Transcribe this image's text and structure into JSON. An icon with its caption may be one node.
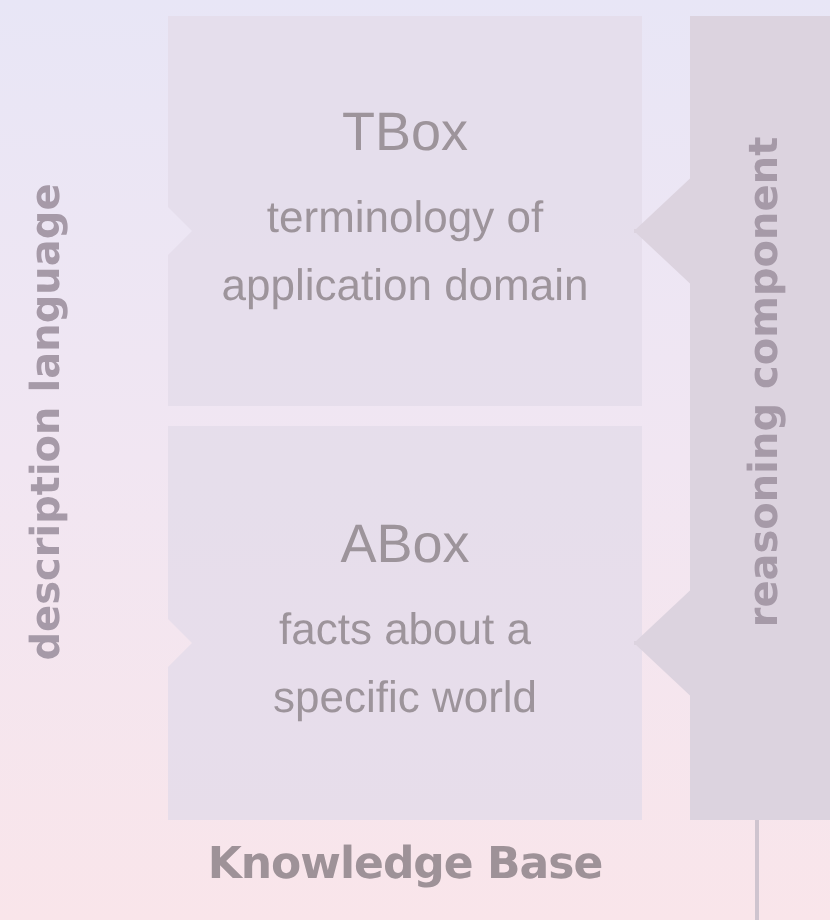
{
  "diagram": {
    "nodes": [
      {
        "text": [
          "TBox",
          "terminology of application domain"
        ]
      },
      {
        "text": [
          "ABox",
          "facts about a specific world"
        ]
      },
      {
        "text": [
          "reasoning component"
        ]
      },
      {
        "text": [
          "description language"
        ]
      }
    ],
    "edges": [
      {
        "from": 2,
        "to": 0,
        "arrow": "to"
      },
      {
        "from": 2,
        "to": 1,
        "arrow": "to"
      }
    ],
    "labels": [
      "Knowledge Base"
    ]
  }
}
